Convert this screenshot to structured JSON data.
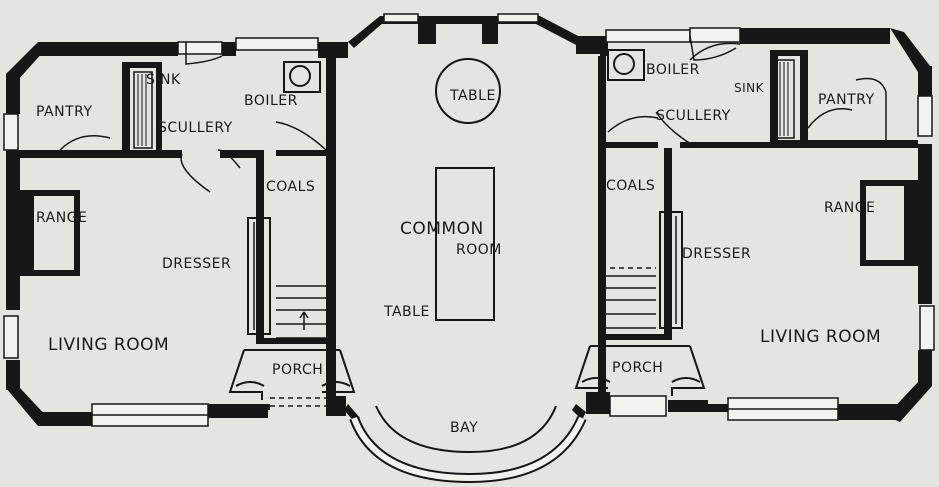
{
  "labels": {
    "pantry_left": "PANTRY",
    "sink_left": "SINK",
    "boiler_left": "BOILER",
    "scullery_left": "SCULLERY",
    "range_left": "RANGE",
    "coals_left": "COALS",
    "dresser_left": "DRESSER",
    "living_left": "LIVING ROOM",
    "porch_left": "PORCH",
    "table_top": "TABLE",
    "common_1": "COMMON",
    "common_2": "ROOM",
    "table_mid": "TABLE",
    "bay": "BAY",
    "boiler_right": "BOILER",
    "sink_right": "SINK",
    "scullery_right": "SCULLERY",
    "pantry_right": "PANTRY",
    "coals_right": "COALS",
    "range_right": "RANGE",
    "dresser_right": "DRESSER",
    "living_right": "LIVING ROOM",
    "porch_right": "PORCH"
  }
}
